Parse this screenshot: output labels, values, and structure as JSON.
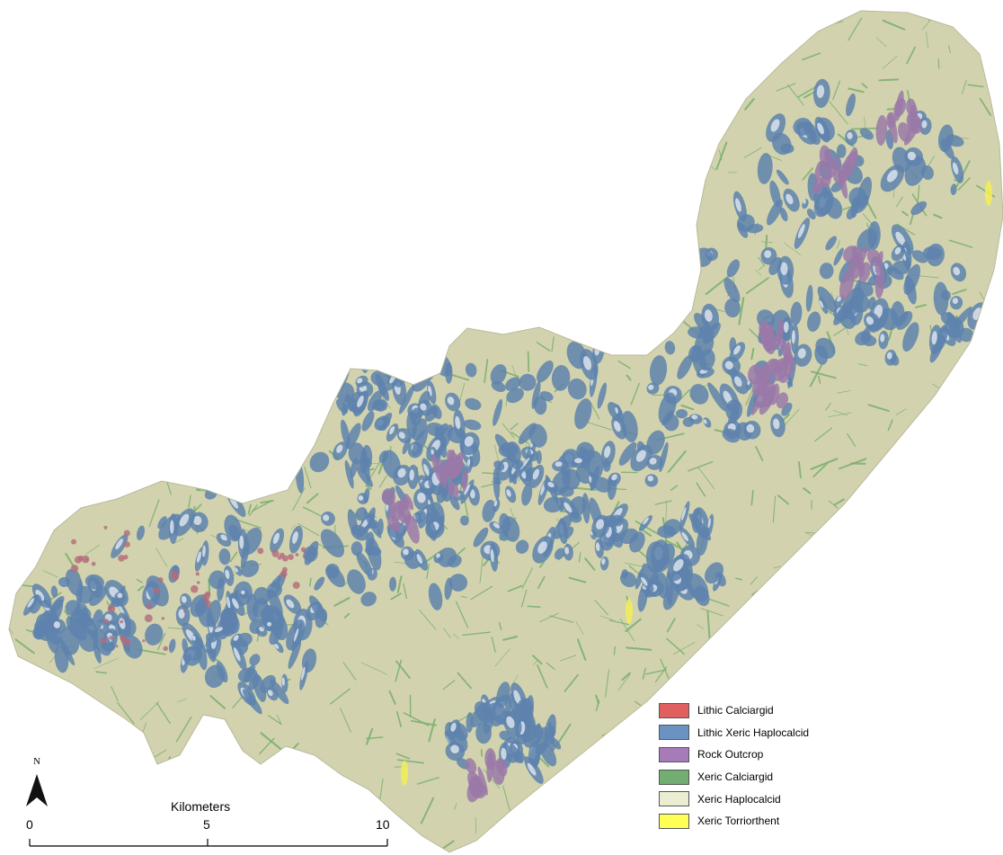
{
  "legend": {
    "items": [
      {
        "label": "Lithic Calciargid",
        "color": "#e06060"
      },
      {
        "label": "Lithic Xeric Haplocalcid",
        "color": "#6b93c2"
      },
      {
        "label": "Rock Outcrop",
        "color": "#a77bb8"
      },
      {
        "label": "Xeric Calciargid",
        "color": "#72ad72"
      },
      {
        "label": "Xeric Haplocalcid",
        "color": "#eceed3"
      },
      {
        "label": "Xeric Torriorthent",
        "color": "#ffff55"
      }
    ]
  },
  "north_arrow": {
    "letter": "N"
  },
  "scale_bar": {
    "title": "Kilometers",
    "ticks": [
      "0",
      "5",
      "10"
    ]
  },
  "map_colors": {
    "land": "#d2d3ae",
    "drainage": "#7aae6f",
    "rock_outcrop": "#9a79a8",
    "lithic_haplocalcid": "#5e83ad",
    "calciargid": "#b46a7a",
    "torriorthent": "#f2ef55"
  }
}
